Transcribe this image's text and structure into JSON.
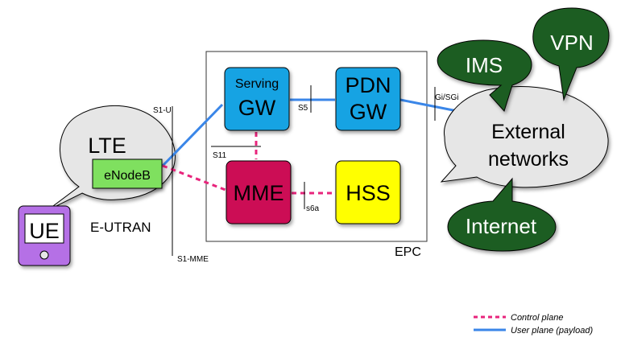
{
  "colors": {
    "control_plane": "#e8247c",
    "user_plane": "#3a86e8",
    "gw_fill": "#19a3e3",
    "mme_fill": "#cc0f55",
    "hss_fill": "#ffff00",
    "enodeb_fill": "#7fe05f",
    "ue_fill": "#b56fe6",
    "dark_bubble": "#1f5d20",
    "light_bubble": "#e6e6e6"
  },
  "nodes": {
    "ue": "UE",
    "lte": "LTE",
    "enodeb": "eNodeB",
    "eutran": "E-UTRAN",
    "serving_gw": [
      "Serving",
      "GW"
    ],
    "pdn_gw": [
      "PDN",
      "GW"
    ],
    "mme": "MME",
    "hss": "HSS",
    "epc": "EPC",
    "external": [
      "External",
      "networks"
    ],
    "ims": "IMS",
    "vpn": "VPN",
    "internet": "Internet"
  },
  "interfaces": {
    "s1u": "S1-U",
    "s1mme": "S1-MME",
    "s11": "S11",
    "s5": "S5",
    "s6a": "s6a",
    "gisgi": "Gi/SGi"
  },
  "legend": {
    "control": "Control plane",
    "user": "User plane (payload)"
  }
}
